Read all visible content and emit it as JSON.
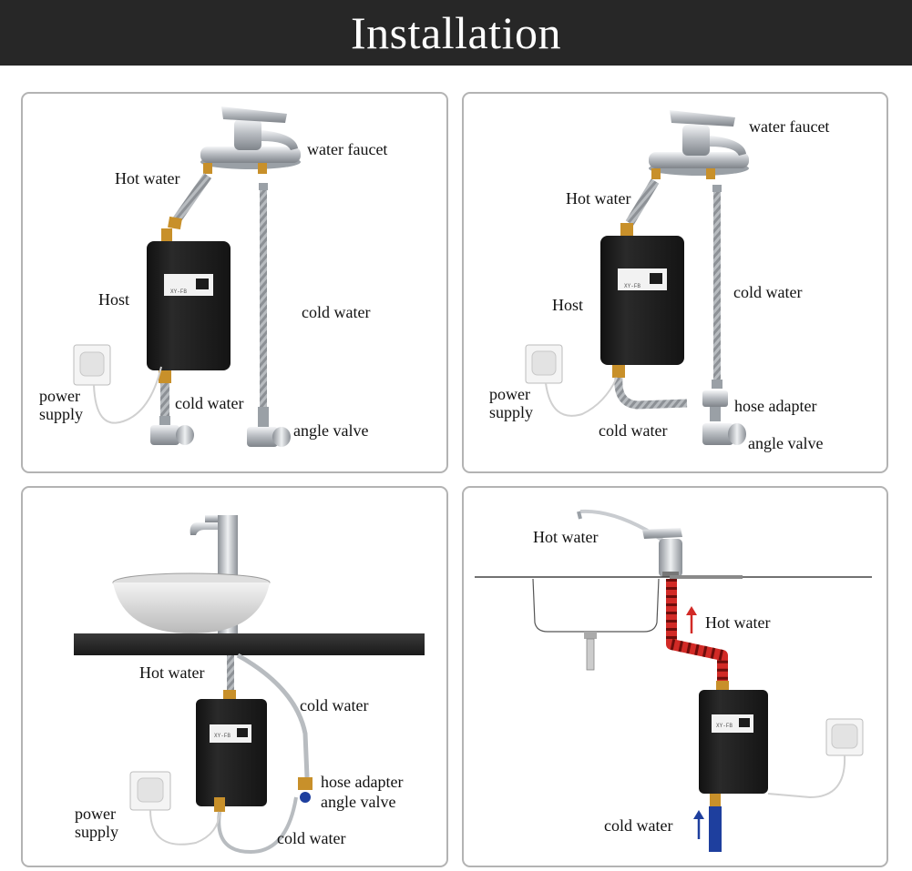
{
  "banner": {
    "title": "Installation"
  },
  "panels": [
    {
      "labels": {
        "water_faucet": "water faucet",
        "hot_water": "Hot water",
        "host": "Host",
        "cold_water_pipe": "cold water",
        "power_supply": "power\nsupply",
        "cold_water_inlet": "cold water",
        "angle_valve": "angle valve"
      }
    },
    {
      "labels": {
        "water_faucet": "water faucet",
        "hot_water": "Hot water",
        "host": "Host",
        "cold_water_pipe": "cold water",
        "power_supply": "power\nsupply",
        "cold_water_inlet": "cold water",
        "hose_adapter": "hose adapter",
        "angle_valve": "angle valve"
      }
    },
    {
      "labels": {
        "hot_water": "Hot water",
        "cold_water_pipe": "cold water",
        "hose_adapter": "hose adapter",
        "angle_valve": "angle valve",
        "power_supply": "power\nsupply",
        "cold_water_inlet": "cold water"
      }
    },
    {
      "labels": {
        "hot_water_faucet": "Hot water",
        "hot_water_flow": "Hot water",
        "cold_water_inlet": "cold water"
      }
    }
  ],
  "heater": {
    "display_text": "XY-FB"
  },
  "colors": {
    "banner_bg": "#272727",
    "panel_border": "#b3b3b3",
    "heater_body": "#1e1e1e",
    "hot_pipe": "#d22a26",
    "cold_pipe": "#1e3f9e",
    "brass": "#c8902a",
    "chrome": "#c9ccd0"
  }
}
